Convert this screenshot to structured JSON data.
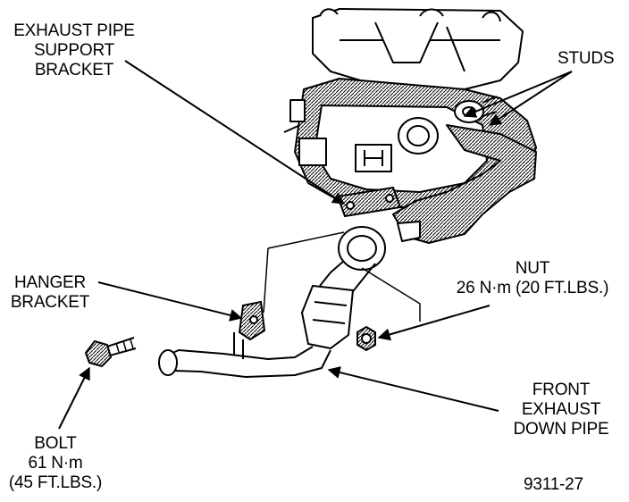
{
  "labels": {
    "exhaust_pipe_support_bracket": [
      "EXHAUST PIPE",
      "SUPPORT",
      "BRACKET"
    ],
    "studs": "STUDS",
    "hanger_bracket": [
      "HANGER",
      "BRACKET"
    ],
    "nut": [
      "NUT",
      "26 N·m (20 FT.LBS.)"
    ],
    "front_exhaust_down_pipe": [
      "FRONT",
      "EXHAUST",
      "DOWN PIPE"
    ],
    "bolt": [
      "BOLT",
      "61 N·m",
      "(45 FT.LBS.)"
    ],
    "figure_number": "9311-27"
  },
  "colors": {
    "ink": "#000000",
    "background": "#ffffff"
  }
}
